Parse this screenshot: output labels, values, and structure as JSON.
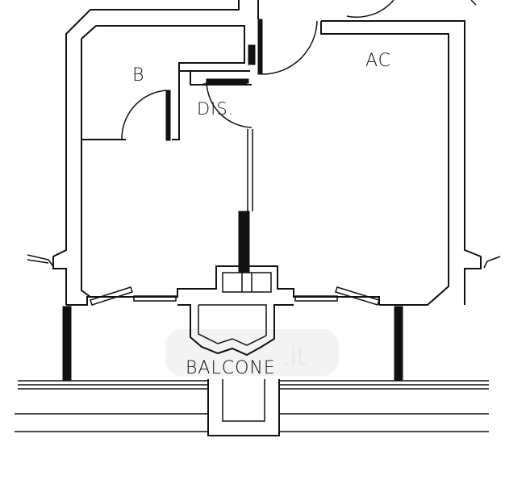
{
  "floor_plan": {
    "rooms": {
      "bathroom": "B",
      "kitchen": "AC",
      "storage": "DIS.",
      "balcony": "BALCONE"
    },
    "watermark": ".it",
    "colors": {
      "line": "#111111",
      "background": "#ffffff",
      "watermark": "#e9e9e9"
    }
  }
}
